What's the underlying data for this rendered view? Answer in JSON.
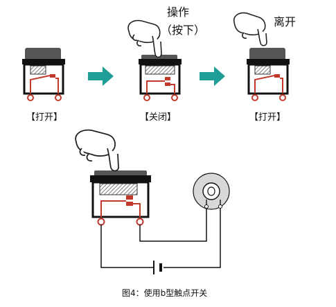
{
  "labels": {
    "operate": "操作",
    "press": "（按下）",
    "release": "离开",
    "state_open_1": "【打开】",
    "state_closed": "【关闭】",
    "state_open_2": "【打开】",
    "caption": "图4：使用b型触点开关"
  },
  "colors": {
    "wire": "#c0392b",
    "arrow": "#1e9e96",
    "casing": "#000000",
    "button": "#555555",
    "lamp_bg": "#d8d8d8"
  },
  "icons": [
    "pointing-hand-icon",
    "arrow-right-icon",
    "lamp-icon",
    "battery-icon"
  ]
}
